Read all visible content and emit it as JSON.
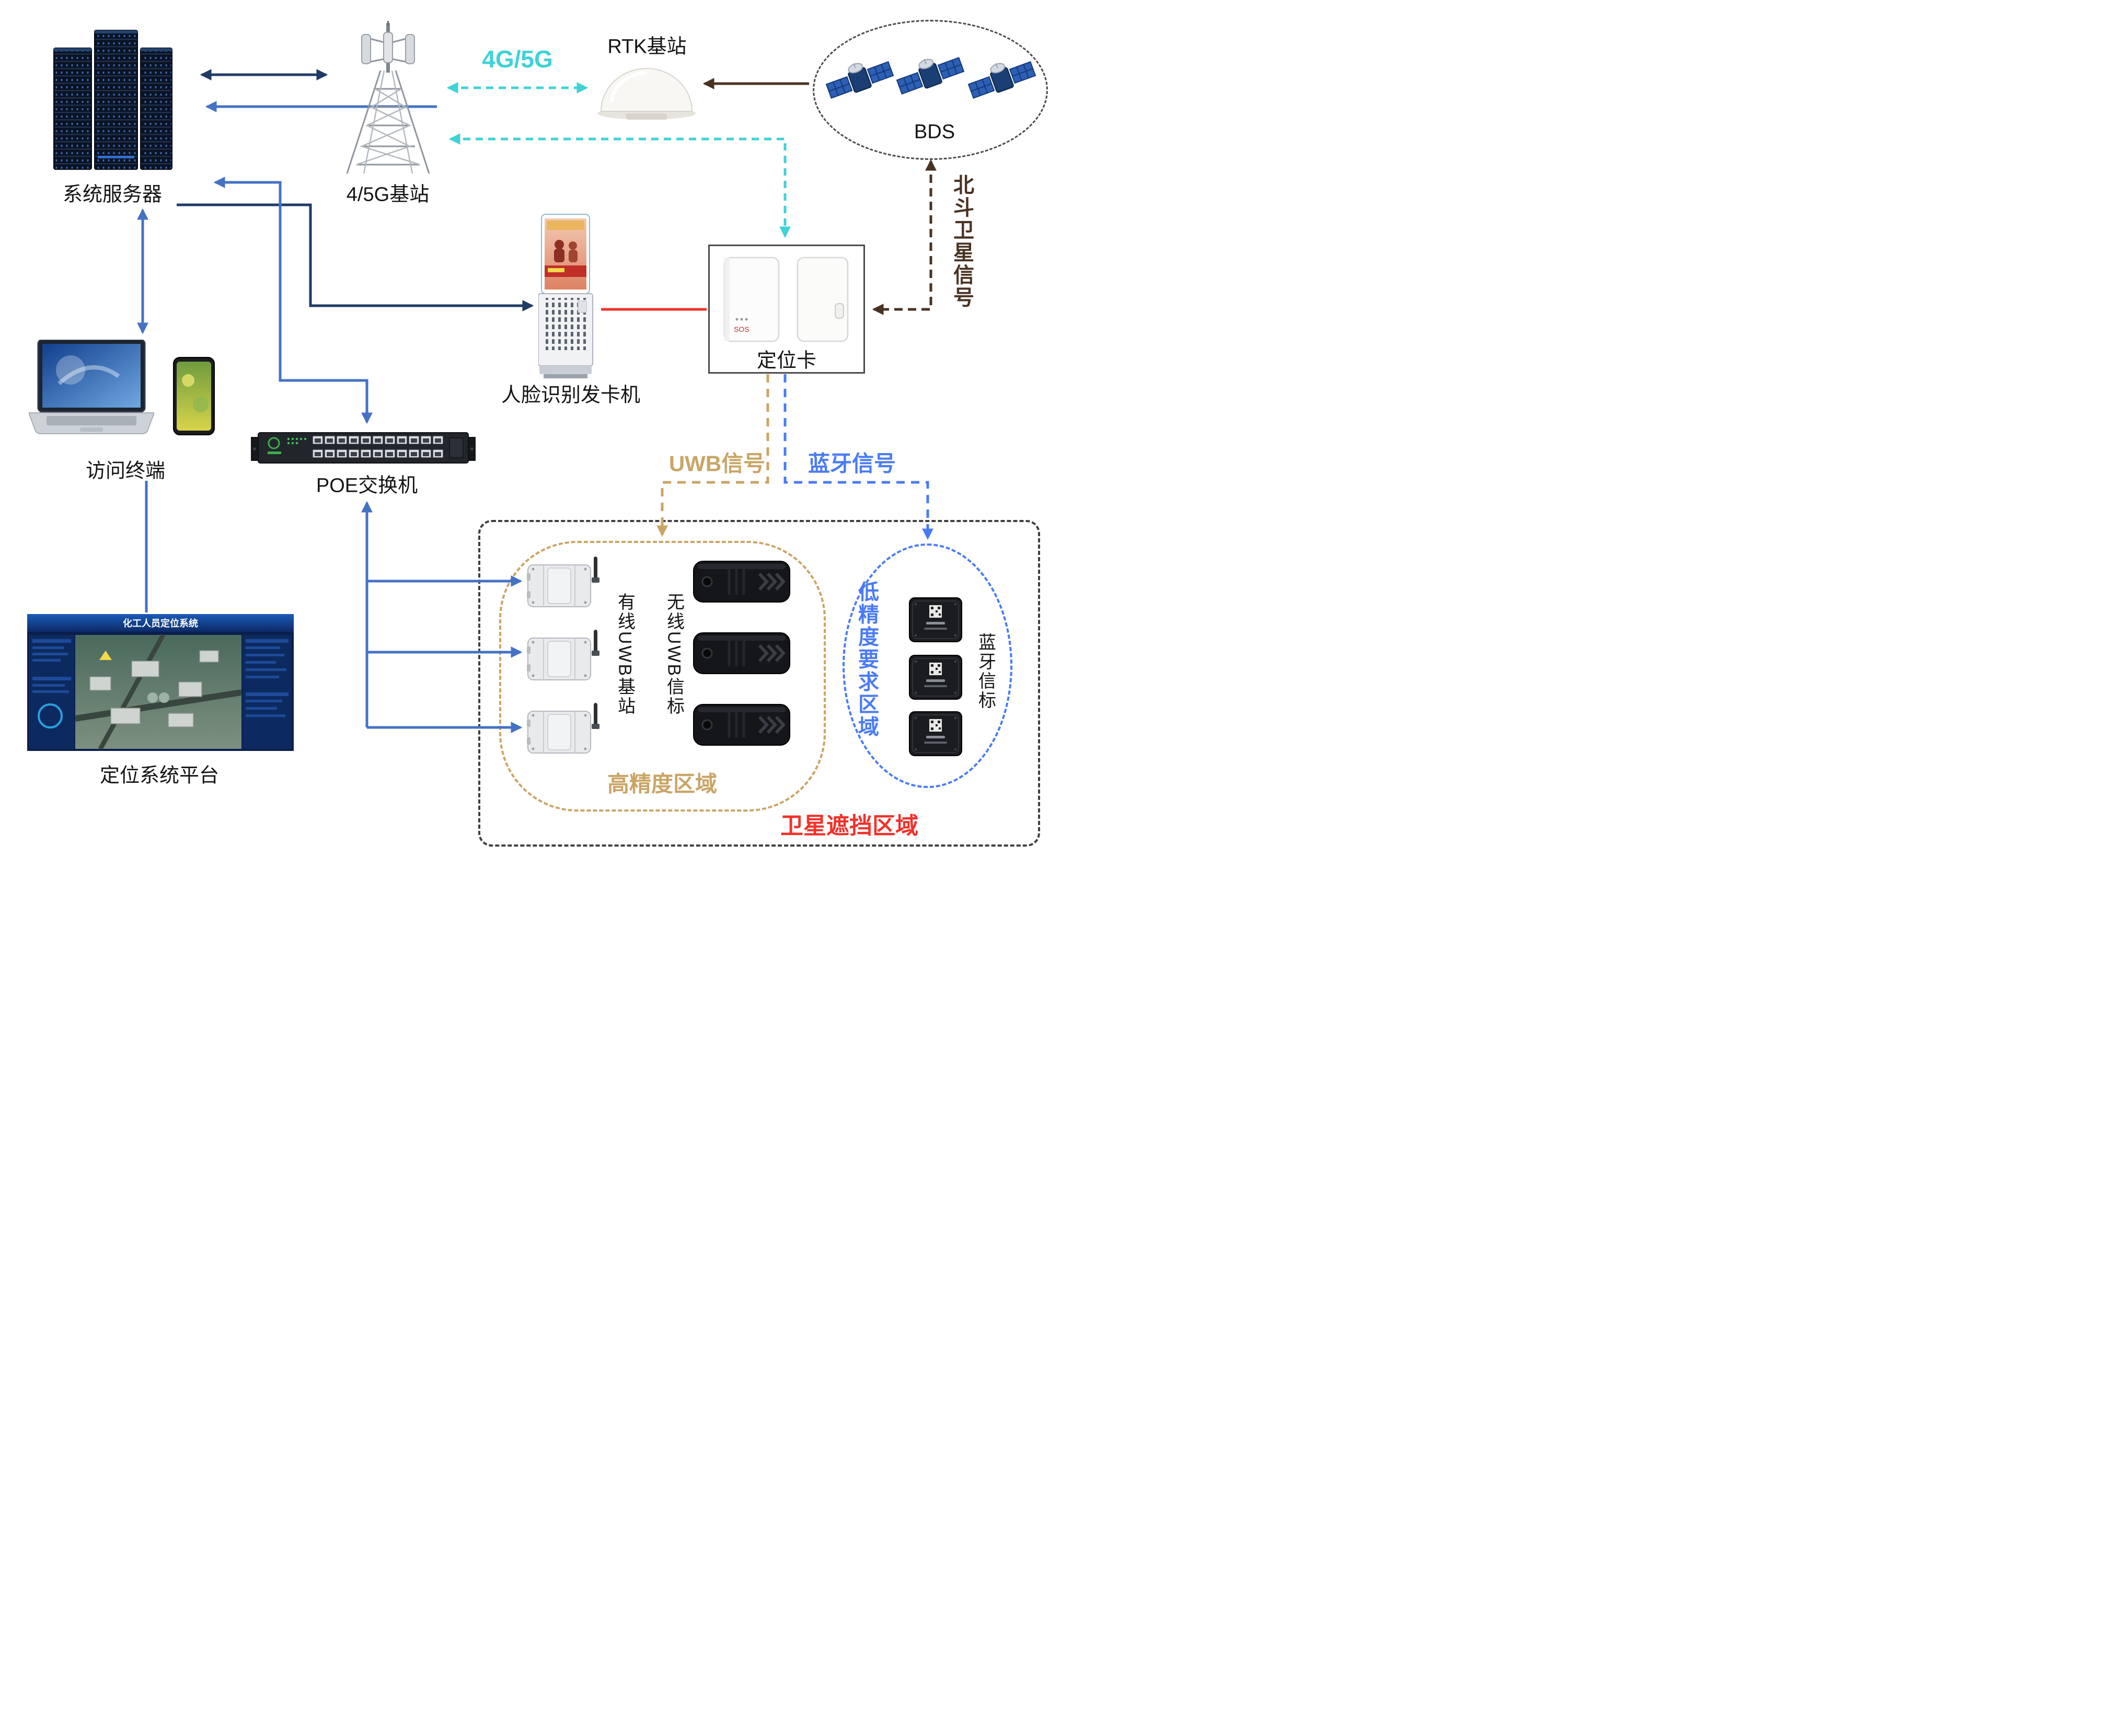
{
  "labels": {
    "server": "系统服务器",
    "tower": "4/5G基站",
    "g45": "4G/5G",
    "rtk": "RTK基站",
    "bds": "BDS",
    "beidou_signal": "北斗卫星信号",
    "kiosk": "人脸识别发卡机",
    "card": "定位卡",
    "terminal": "访问终端",
    "poe": "POE交换机",
    "uwb_signal": "UWB信号",
    "bt_signal": "蓝牙信号",
    "platform": "定位系统平台",
    "wired_uwb": "有线UWB基站",
    "wireless_uwb": "无线UWB信标",
    "bt_beacon": "蓝牙信标",
    "high_precision": "高精度区域",
    "low_precision": "低精度要求区域",
    "occlusion": "卫星遮挡区域"
  },
  "device_texts": {
    "card_sos": "SOS",
    "platform_title": "化工人员定位系统"
  },
  "colors": {
    "navy_link": "#1f3b66",
    "blue_link": "#4472c4",
    "cyan_link": "#3fd2d8",
    "brown_link": "#4a3222",
    "uwb_link": "#c9a565",
    "bluetooth_link": "#4a7bf5",
    "red_link": "#ee3226",
    "occlusion_border": "#3f3f3f",
    "high_precision_border": "#c9a565",
    "low_precision_border": "#4a7bf5"
  }
}
